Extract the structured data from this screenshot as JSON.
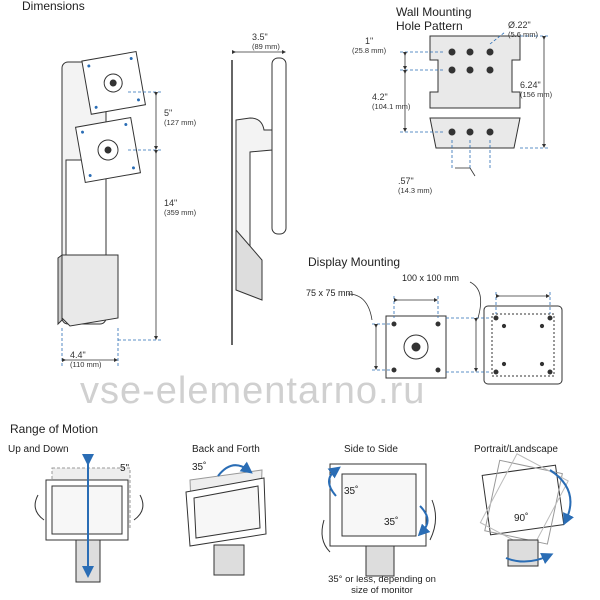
{
  "colors": {
    "accent": "#2a6db5",
    "line": "#333333",
    "panel": "#e9e9e9"
  },
  "sections": {
    "dimensions": "Dimensions",
    "wall_mounting": {
      "line1": "Wall Mounting",
      "line2": "Hole Pattern"
    },
    "display_mounting": "Display Mounting",
    "range_of_motion": "Range of Motion"
  },
  "dimensions_view": {
    "height_travel": {
      "in": "5\"",
      "mm": "(127 mm)"
    },
    "height": {
      "in": "14\"",
      "mm": "(359 mm)"
    },
    "width": {
      "in": "4.4\"",
      "mm": "(110 mm)"
    },
    "depth": {
      "in": "3.5\"",
      "mm": "(89 mm)"
    }
  },
  "wall_pattern": {
    "top_offset": {
      "in": "1\"",
      "mm": "(25.8 mm)"
    },
    "hole_diameter": {
      "in": "Ø.22\"",
      "mm": "(5.6 mm)"
    },
    "spacing_v": {
      "in": "4.2\"",
      "mm": "(104.1 mm)"
    },
    "total_height": {
      "in": "6.24\"",
      "mm": "(156 mm)"
    },
    "spacing_h": {
      "in": ".57\"",
      "mm": "(14.3 mm)"
    }
  },
  "display_mount": {
    "vesa_100": "100 x 100 mm",
    "vesa_75": "75 x 75 mm"
  },
  "motions": {
    "up_down": {
      "label": "Up and Down",
      "value": "5\""
    },
    "back_forth": {
      "label": "Back and Forth",
      "value": "35˚"
    },
    "side_side": {
      "label": "Side to Side",
      "value_top": "35˚",
      "value_bottom": "35˚",
      "note1": "35° or less, depending on",
      "note2": "size of monitor"
    },
    "portrait": {
      "label": "Portrait/Landscape",
      "value": "90˚"
    }
  },
  "watermark": "vse-elementarno.ru"
}
